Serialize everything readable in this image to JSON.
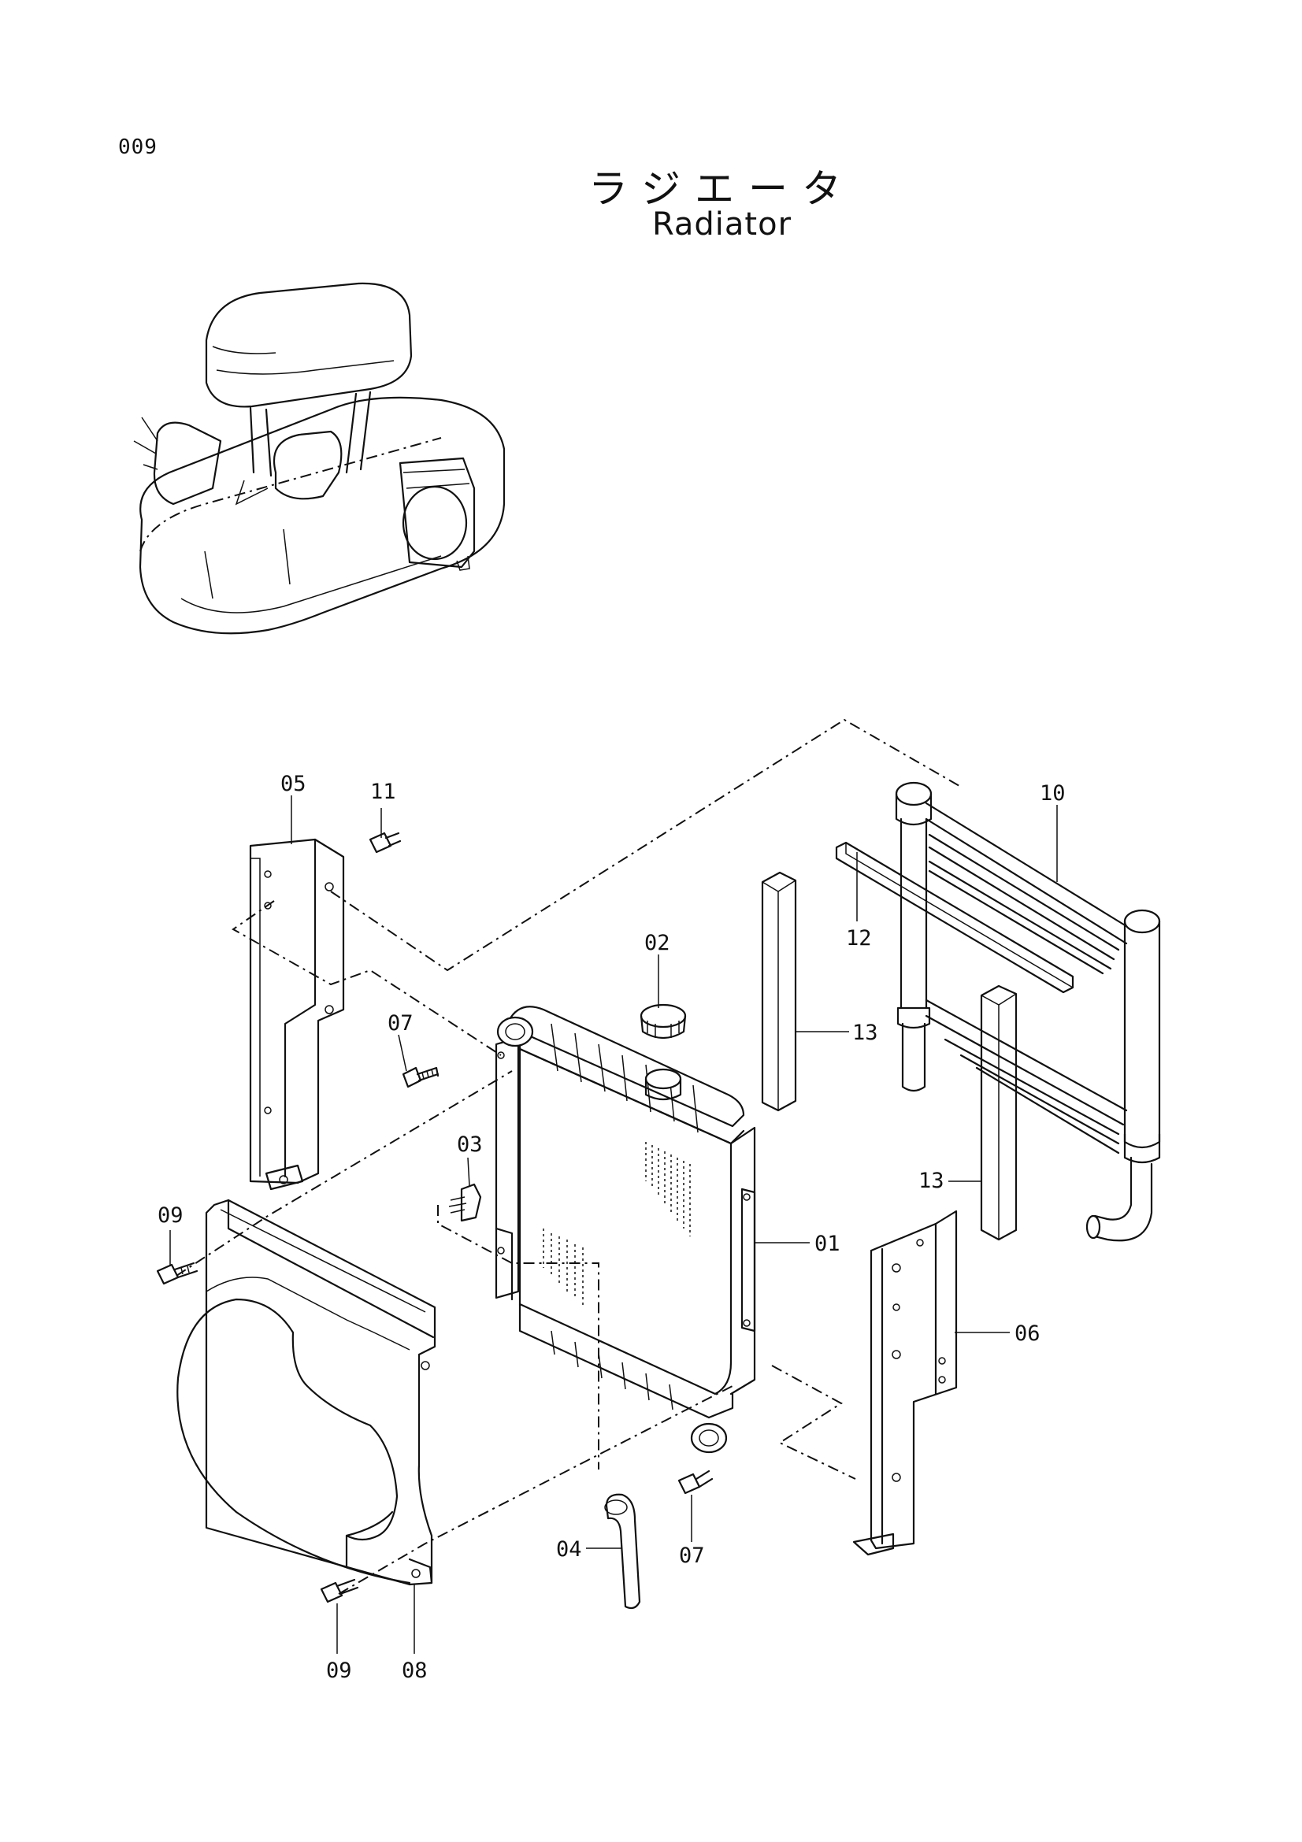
{
  "page_number": "009",
  "title_ja": "ラジエータ",
  "title_en": "Radiator",
  "callouts": {
    "c01": "01",
    "c02": "02",
    "c03": "03",
    "c04": "04",
    "c05": "05",
    "c06": "06",
    "c07a": "07",
    "c07b": "07",
    "c08": "08",
    "c09a": "09",
    "c09b": "09",
    "c10": "10",
    "c11": "11",
    "c12": "12",
    "c13a": "13",
    "c13b": "13"
  }
}
